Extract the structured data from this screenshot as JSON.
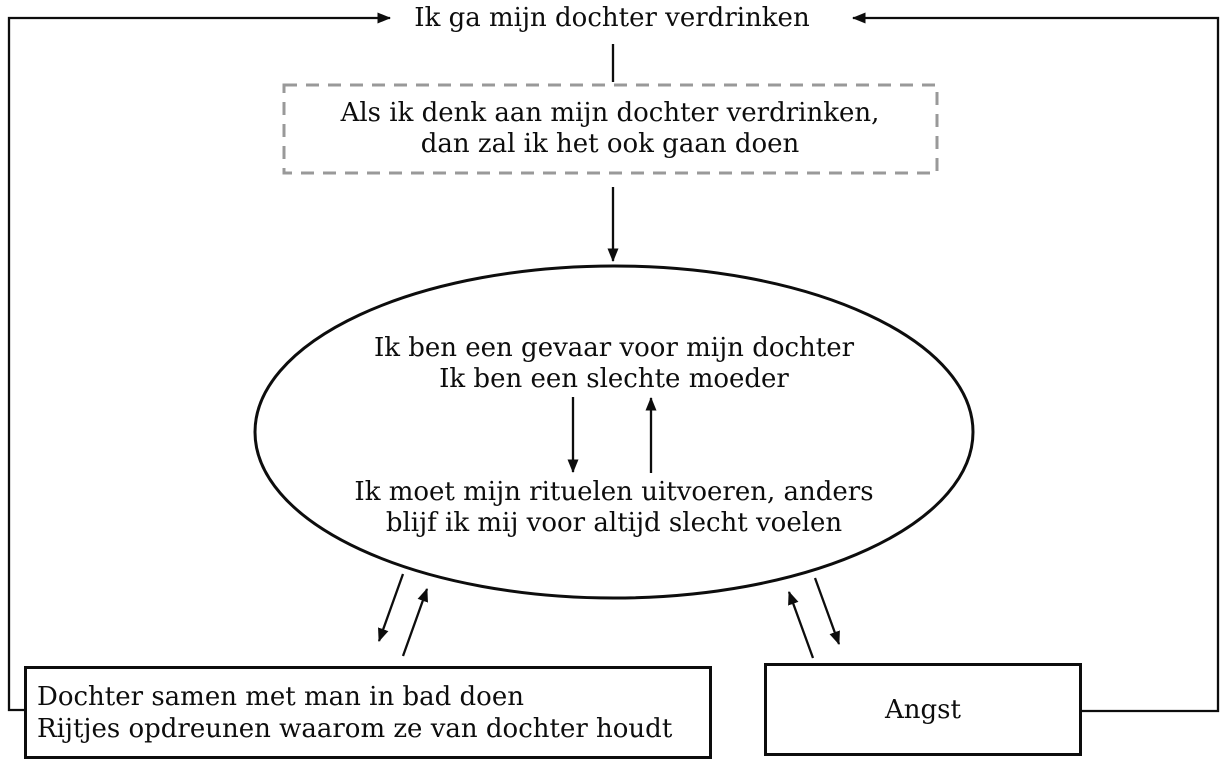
{
  "diagram": {
    "title_hint": "Cognitive model of obsessive thought with rituals and anxiety feedback loops",
    "intrusive_thought": "Ik ga mijn dochter verdrinken",
    "interpretation": {
      "line1": "Als ik denk aan mijn dochter verdrinken,",
      "line2": "dan zal ik het ook gaan doen"
    },
    "core_beliefs": {
      "line1": "Ik ben een gevaar voor mijn dochter",
      "line2": "Ik ben een slechte moeder"
    },
    "ritual_rule": {
      "line1": "Ik moet mijn rituelen uitvoeren, anders",
      "line2": "blijf ik mij voor altijd slecht voelen"
    },
    "rituals_box": {
      "line1": "Dochter samen met man in bad doen",
      "line2": "Rijtjes opdreunen waarom ze van dochter houdt"
    },
    "anxiety_box": {
      "label": "Angst"
    },
    "colors": {
      "line": "#0d0d0d",
      "dashed_border": "#999999",
      "background": "#ffffff"
    }
  }
}
